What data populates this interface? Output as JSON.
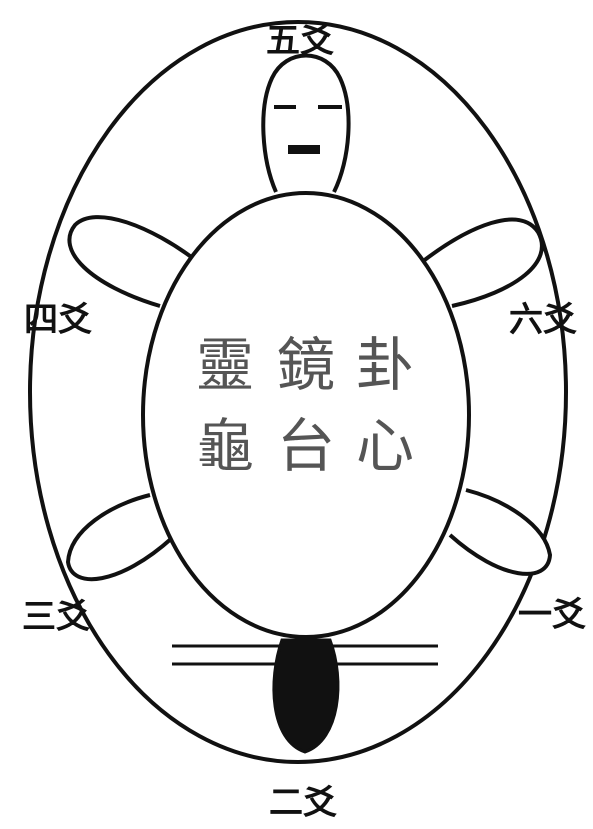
{
  "labels": {
    "top": "五爻",
    "upper_left": "四爻",
    "upper_right": "六爻",
    "lower_left": "三爻",
    "lower_right": "一爻",
    "bottom": "二爻"
  },
  "center_text": {
    "row1": [
      "靈",
      "鏡",
      "卦"
    ],
    "row2": [
      "龜",
      "台",
      "心"
    ]
  },
  "colors": {
    "stroke": "#111111",
    "center_text": "#555555",
    "background": "#ffffff"
  }
}
